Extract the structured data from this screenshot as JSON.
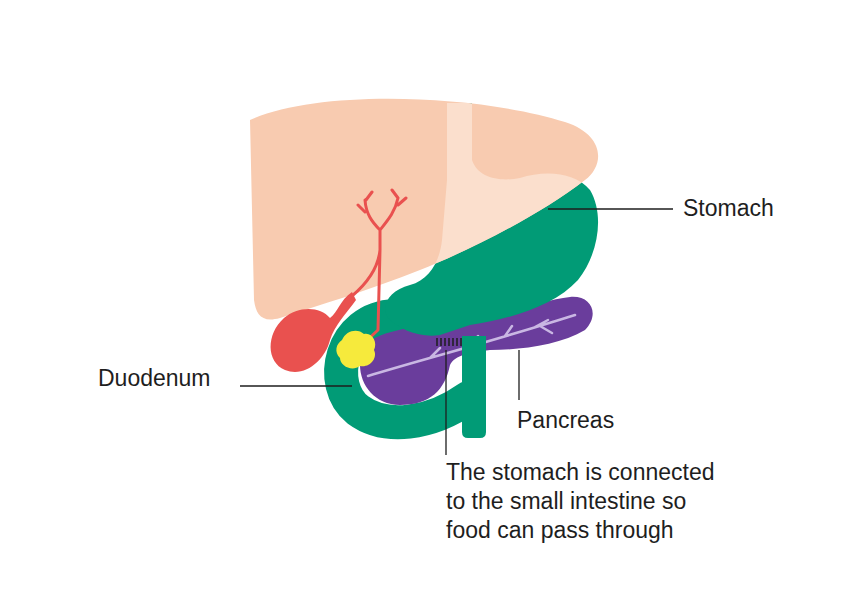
{
  "diagram": {
    "labels": [
      "Stomach",
      "Duodenum",
      "Pancreas",
      "The stomach is connected to the small intestine so food can pass through"
    ]
  }
}
